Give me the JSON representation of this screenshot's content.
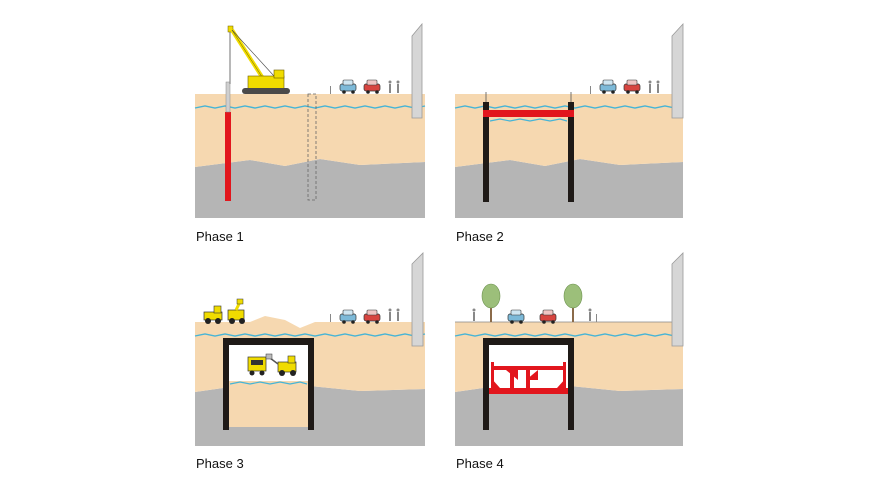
{
  "phases": [
    {
      "label": "Phase 1"
    },
    {
      "label": "Phase 2"
    },
    {
      "label": "Phase 3"
    },
    {
      "label": "Phase 4"
    }
  ],
  "colors": {
    "sand": "#f6d8b0",
    "rock": "#b5b5b5",
    "water": "#46b4d6",
    "wall_steel": "#e2161d",
    "structure": "#1f1a17",
    "crane": "#f0dc00",
    "building": "#d6d6d6"
  },
  "icons": [
    "crane-icon",
    "car-icon",
    "person-icon",
    "tree-icon",
    "excavator-icon",
    "loader-icon",
    "truck-icon"
  ]
}
